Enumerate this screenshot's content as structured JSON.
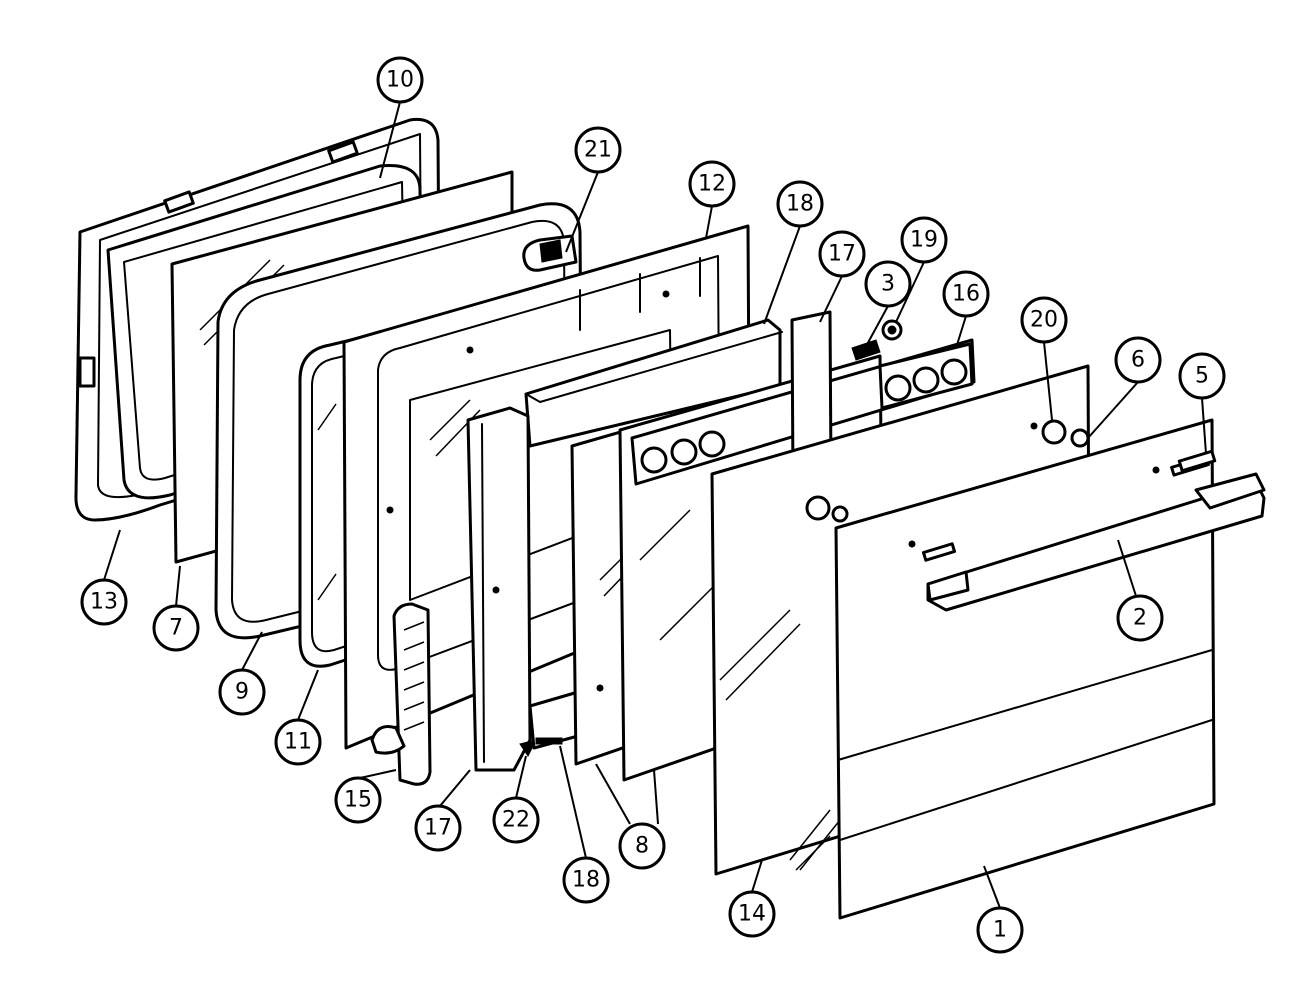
{
  "diagram": {
    "callouts": [
      {
        "label": "10"
      },
      {
        "label": "21"
      },
      {
        "label": "12"
      },
      {
        "label": "18"
      },
      {
        "label": "17"
      },
      {
        "label": "19"
      },
      {
        "label": "3"
      },
      {
        "label": "16"
      },
      {
        "label": "20"
      },
      {
        "label": "6"
      },
      {
        "label": "5"
      },
      {
        "label": "13"
      },
      {
        "label": "7"
      },
      {
        "label": "9"
      },
      {
        "label": "11"
      },
      {
        "label": "15"
      },
      {
        "label": "17"
      },
      {
        "label": "22"
      },
      {
        "label": "18"
      },
      {
        "label": "8"
      },
      {
        "label": "14"
      },
      {
        "label": "1"
      },
      {
        "label": "2"
      }
    ]
  }
}
